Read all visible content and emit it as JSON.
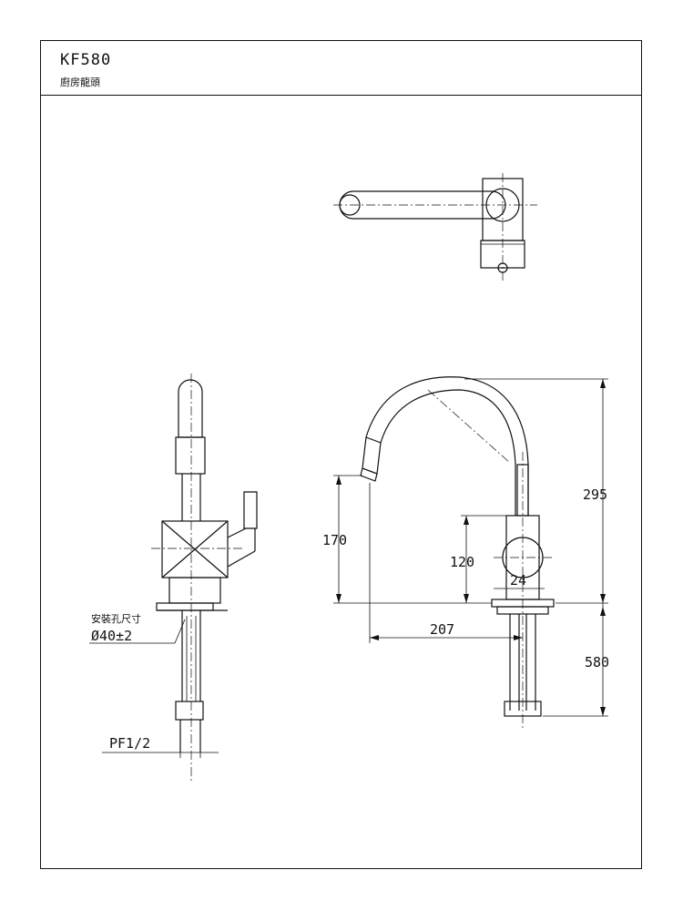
{
  "title_block": {
    "model": "KF580",
    "product_name": "廚房龍頭"
  },
  "dimensions": {
    "height_total": "295",
    "spout_height": "170",
    "body_height": "120",
    "body_width": "24",
    "spout_reach": "207",
    "hose_length": "580"
  },
  "annotations": {
    "hole_size_label": "安裝孔尺寸",
    "hole_size_value": "Ø40±2",
    "thread_spec": "PF1/2"
  }
}
